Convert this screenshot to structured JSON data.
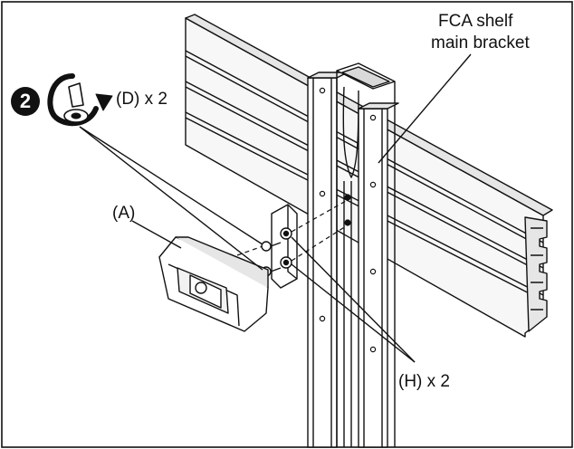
{
  "labels": {
    "step_number": "2",
    "screw_callout": "(D) x 2",
    "part_a": "(A)",
    "bracket_line1": "FCA shelf",
    "bracket_line2": "main bracket",
    "bolt_callout": "(H) x 2"
  },
  "icons": {
    "rotate": "rotate-screw-icon"
  },
  "colors": {
    "line": "#111111",
    "background": "#ffffff",
    "fill_light": "#f2f2f2",
    "fill_mid": "#d9d9d9"
  }
}
